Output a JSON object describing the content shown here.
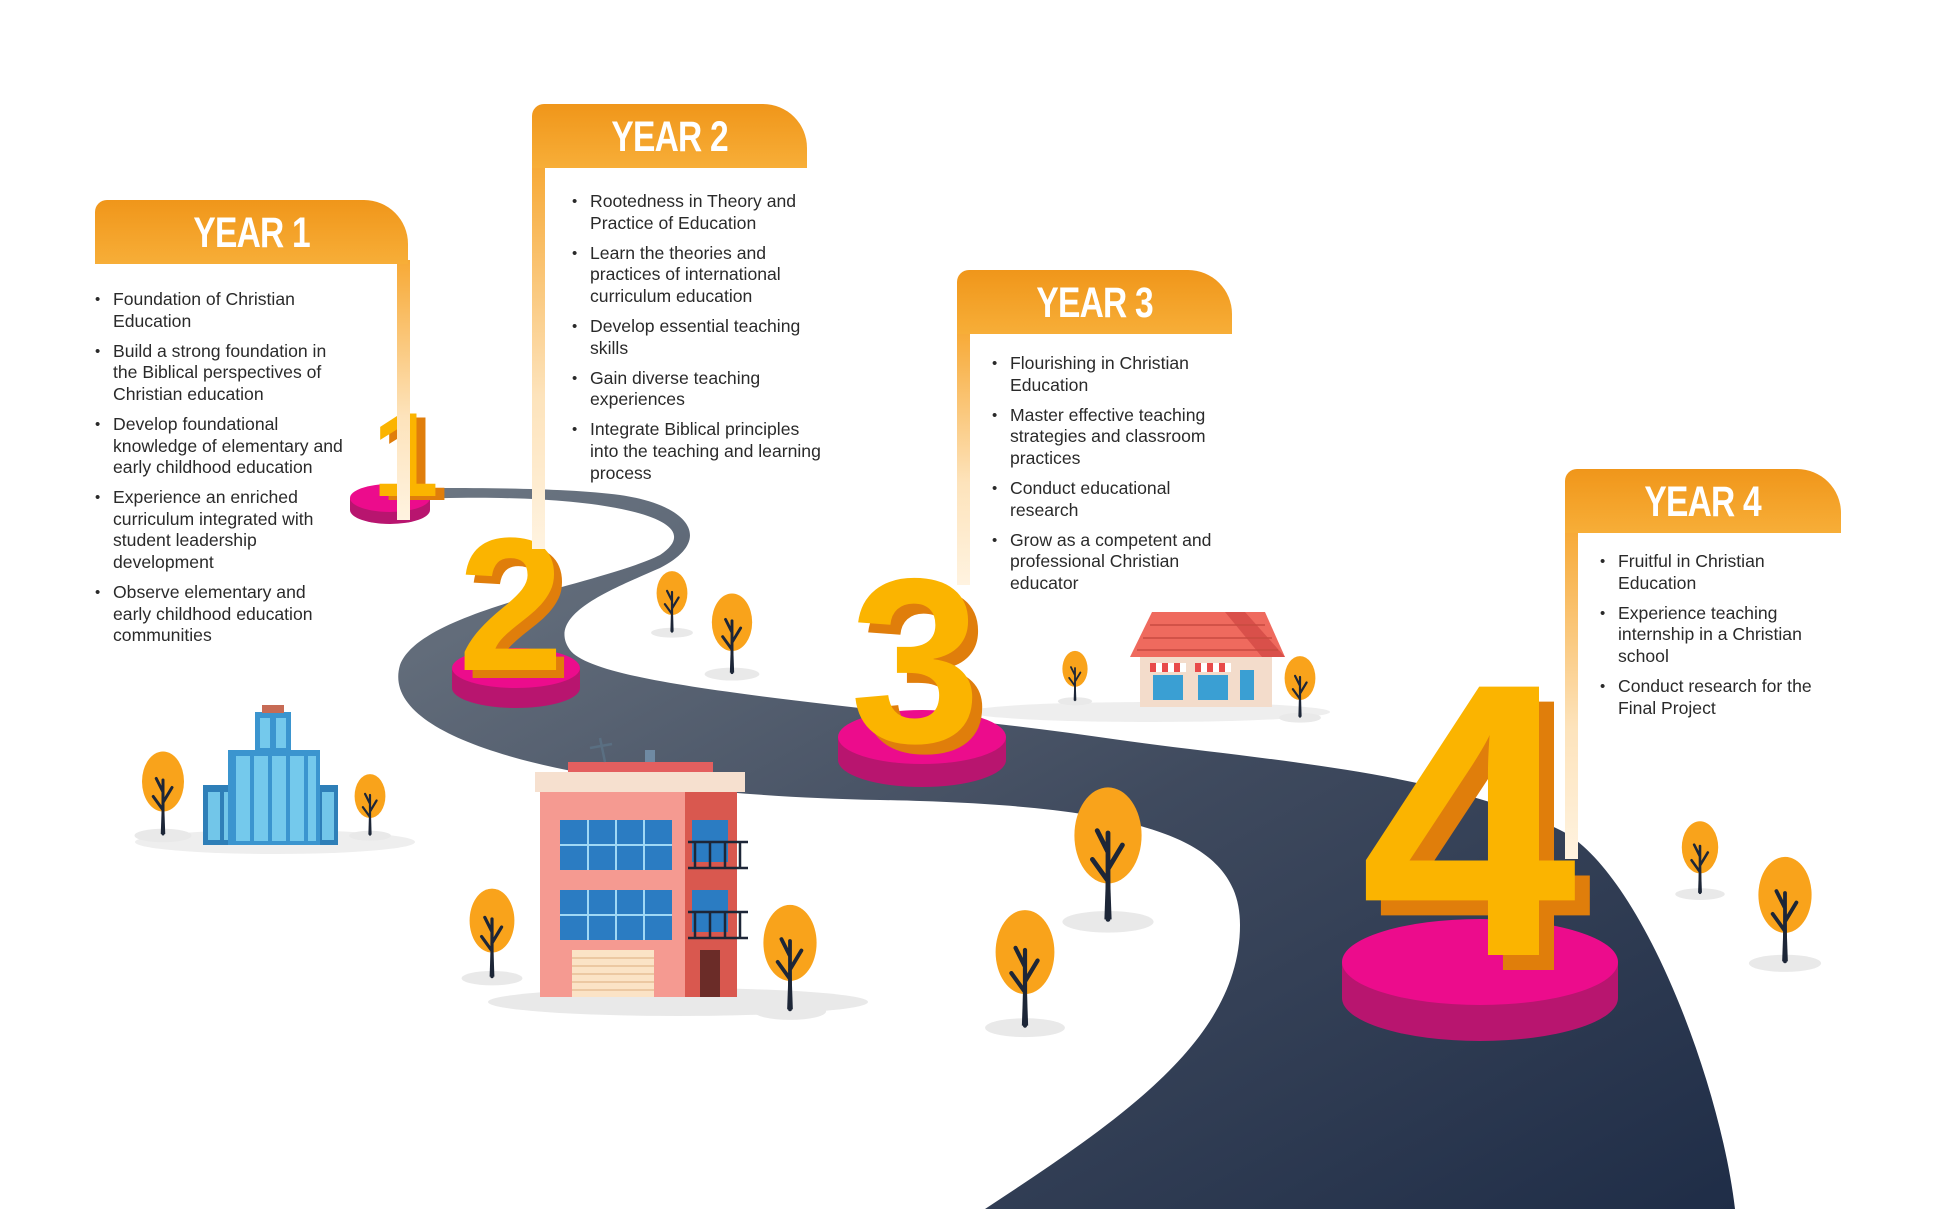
{
  "years": [
    {
      "title": "YEAR 1",
      "number": "1",
      "items": [
        "Foundation of Christian Education",
        "Build a strong foundation in the Biblical perspectives of Christian education",
        "Develop foundational knowledge of elementary and early childhood education",
        "Experience an enriched curriculum integrated with student leadership development",
        "Observe elementary and early childhood education communities"
      ]
    },
    {
      "title": "YEAR 2",
      "number": "2",
      "items": [
        "Rootedness in Theory and Practice of Education",
        "Learn the theories and practices of international curriculum education",
        "Develop essential teaching skills",
        "Gain diverse teaching experiences",
        "Integrate Biblical principles into the teaching and learning process"
      ]
    },
    {
      "title": "YEAR 3",
      "number": "3",
      "items": [
        "Flourishing in Christian Education",
        "Master effective teaching strategies and classroom practices",
        "Conduct educational research",
        "Grow as a competent and professional Christian educator"
      ]
    },
    {
      "title": "YEAR 4",
      "number": "4",
      "items": [
        "Fruitful in Christian Education",
        "Experience teaching internship in a Christian school",
        "Conduct research for the Final Project"
      ]
    }
  ],
  "colors": {
    "tab_orange": "#f39a1e",
    "road_start": "#6a7480",
    "road_end": "#1f2d47",
    "number_gold": "#fbb400",
    "number_side": "#f08a10",
    "pedestal_top": "#ec0c8c",
    "pedestal_side": "#b8156f",
    "tree_orange": "#f9a31b",
    "trunk": "#1d2637"
  },
  "icons": [
    "office-tower-icon",
    "apartment-building-icon",
    "shop-house-icon",
    "tree-icon"
  ]
}
